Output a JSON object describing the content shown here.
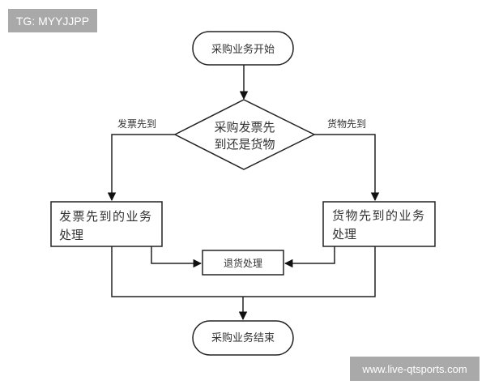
{
  "watermarks": {
    "top_left": "TG: MYYJJPP",
    "bottom_right": "www.live-qtsports.com"
  },
  "flowchart": {
    "start": "采购业务开始",
    "decision": {
      "line1": "采购发票先",
      "line2": "到还是货物"
    },
    "branch_left_label": "发票先到",
    "branch_right_label": "货物先到",
    "left_process": {
      "line1": "发票先到的业务",
      "line2": "处理"
    },
    "right_process": {
      "line1": "货物先到的业务",
      "line2": "处理"
    },
    "return_process": "退货处理",
    "end": "采购业务结束"
  }
}
